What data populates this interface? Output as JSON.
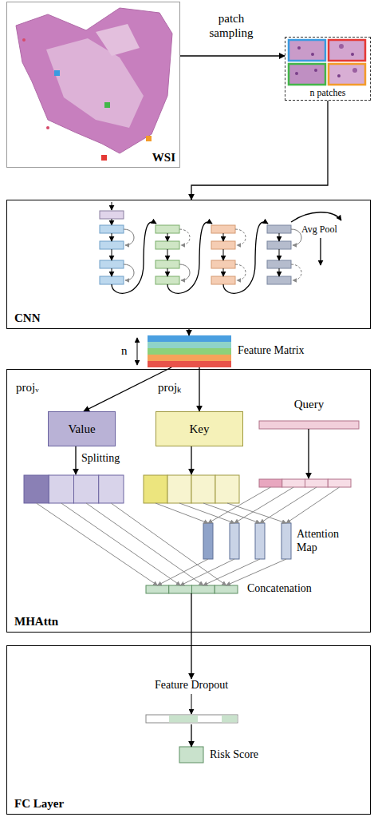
{
  "diagram": {
    "nodes": [
      {
        "text": [
          "WSI"
        ]
      },
      {
        "text": [
          "n patches"
        ]
      },
      {
        "text": [
          "CNN"
        ]
      },
      {
        "text": [
          "Feature Matrix"
        ]
      },
      {
        "text": [
          "MHAttn"
        ]
      },
      {
        "text": [
          "Value"
        ],
        "in": 4
      },
      {
        "text": [
          "Key"
        ],
        "in": 4
      },
      {
        "text": [
          "Query"
        ],
        "in": 4
      },
      {
        "text": [
          "Attention Map"
        ],
        "in": 4
      },
      {
        "text": [
          "Concatenation"
        ],
        "in": 4
      },
      {
        "text": [
          "FC Layer"
        ]
      },
      {
        "text": [
          "Feature Dropout"
        ],
        "in": 10
      },
      {
        "text": [
          "Risk Score"
        ],
        "in": 10
      }
    ],
    "edges": [
      {
        "from": 0,
        "to": 1,
        "label": "patch sampling",
        "arrow": "to"
      },
      {
        "from": 1,
        "to": 2,
        "arrow": "to"
      },
      {
        "from": 2,
        "to": 3,
        "arrow": "to"
      },
      {
        "from": 3,
        "to": 5,
        "label": "projᵥ",
        "arrow": "to"
      },
      {
        "from": 3,
        "to": 6,
        "label": "projₖ",
        "arrow": "to"
      },
      {
        "from": 5,
        "to": 9,
        "label": "Splitting",
        "arrow": "to"
      },
      {
        "from": 6,
        "to": 8,
        "arrow": "to"
      },
      {
        "from": 7,
        "to": 8,
        "arrow": "to"
      },
      {
        "from": 8,
        "to": 9,
        "arrow": "to"
      },
      {
        "from": 9,
        "to": 11,
        "arrow": "to"
      },
      {
        "from": 11,
        "to": 12,
        "arrow": "to"
      }
    ],
    "labels": [
      "Avg Pool",
      "n"
    ]
  }
}
